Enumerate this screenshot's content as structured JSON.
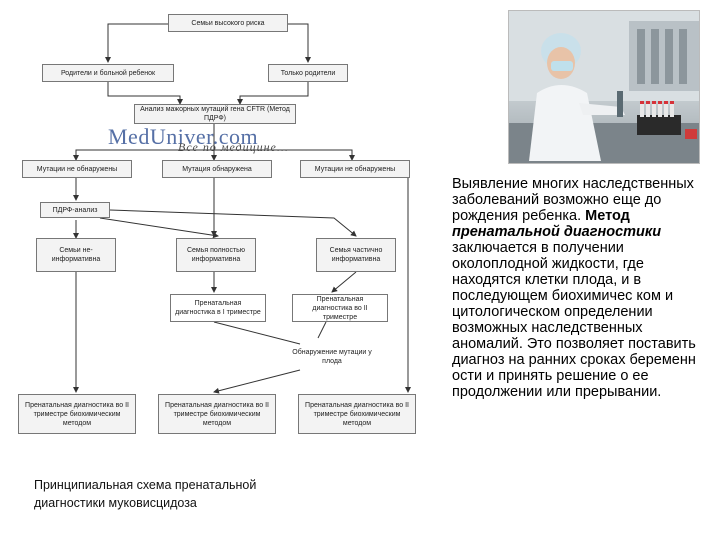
{
  "diagram": {
    "nodes": {
      "n1": "Семьи высокого риска",
      "n2": "Родители и больной ребенок",
      "n3": "Только родители",
      "n4": "Анализ мажорных мутаций гена CFTR (Метод ПДРФ)",
      "n5": "Мутации не обнаружены",
      "n6": "Мутация обнаружена",
      "n7": "Мутации не обнаружены",
      "n8": "ПДРФ-анализ",
      "n9": "Семьи не-информативна",
      "n10": "Семья полностью информативна",
      "n11": "Семья частично информативна",
      "n12": "Пренатальная диагностика в I триместре",
      "n13": "Пренатальная диагностика во II триместре",
      "n14": "Обнаружение мутации у плода",
      "n15": "Пренатальная диагностика во II триместре биохимическим методом",
      "n16": "Пренатальная диагностика во II триместре биохимическим методом",
      "n17": "Пренатальная диагностика во II триместре биохимическим методом"
    }
  },
  "watermark": {
    "title": "MedUniver.com",
    "subtitle": "Все по медицине..."
  },
  "caption": {
    "line1": "Принципиальная схема пренатальной",
    "line2": "диагностики муковисцидоза"
  },
  "text": {
    "intro": "Выявление многих наследственных заболеваний возможно еще до рождения ребенка.",
    "method_bold": "Метод",
    "method_bold_italic": "пренатальной диагностики",
    "body": "заключается в получении околоплодной жидкости, где находятся клетки плода, и в последующем биохимичес ком и цитологическом определении возможных наследственных аномалий. Это позволяет поставить диагноз на ранних сроках беременн ости и принять решение о ее продолжении или прерывании."
  },
  "photo": {
    "icon": "lab-technician-photo"
  }
}
